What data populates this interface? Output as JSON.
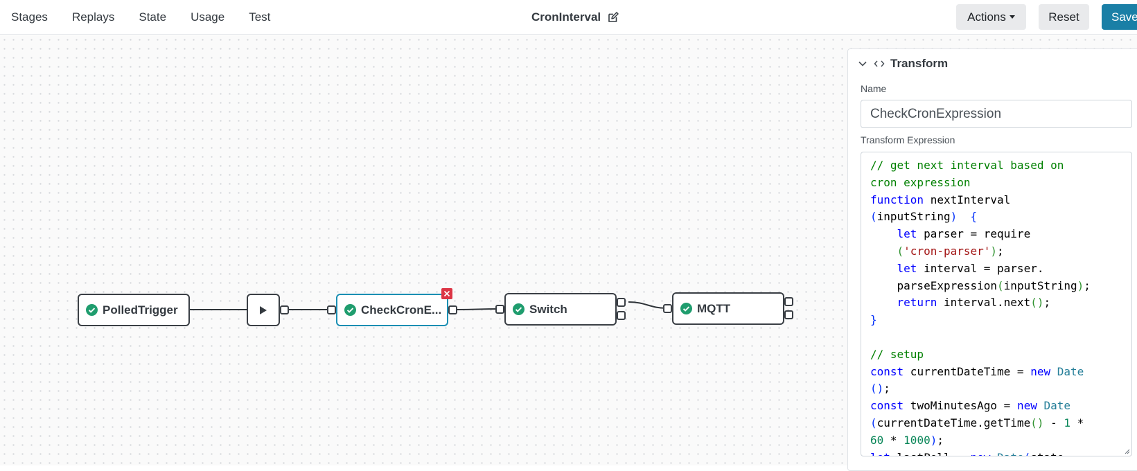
{
  "nav": {
    "items": [
      {
        "id": "stages",
        "label": "Stages"
      },
      {
        "id": "replays",
        "label": "Replays"
      },
      {
        "id": "state",
        "label": "State"
      },
      {
        "id": "usage",
        "label": "Usage"
      },
      {
        "id": "test",
        "label": "Test"
      }
    ]
  },
  "header": {
    "flow_title": "CronInterval",
    "actions_label": "Actions",
    "reset_label": "Reset",
    "save_label": "Save"
  },
  "flow": {
    "nodes": [
      {
        "id": "polled-trigger",
        "label": "PolledTrigger",
        "status": "ok"
      },
      {
        "id": "play",
        "label": "",
        "icon": "play-icon"
      },
      {
        "id": "check-cron",
        "label": "CheckCronE...",
        "status": "ok",
        "selected": true
      },
      {
        "id": "switch",
        "label": "Switch",
        "status": "ok"
      },
      {
        "id": "mqtt",
        "label": "MQTT",
        "status": "ok"
      }
    ]
  },
  "panel": {
    "title": "Transform",
    "name_label": "Name",
    "name_value": "CheckCronExpression",
    "expression_label": "Transform Expression"
  },
  "colors": {
    "accent": "#1a7fa6",
    "selected_border": "#1b8fb3",
    "status_ok": "#1f9d6e",
    "delete": "#dc3545"
  }
}
